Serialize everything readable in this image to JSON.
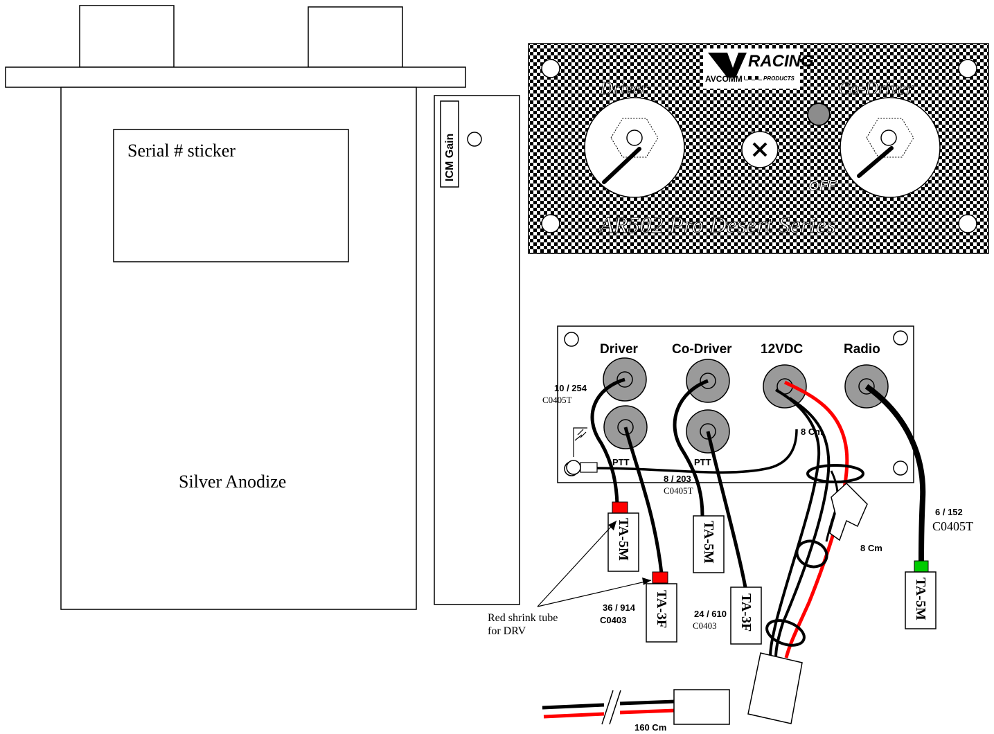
{
  "enclosure": {
    "sticker_label": "Serial # sticker",
    "finish_label": "Silver Anodize",
    "side_panel_label": "ICM Gain"
  },
  "faceplate": {
    "logo_main": "RACING",
    "logo_brand": "AVCOMM",
    "logo_sub": "PRODUCTS",
    "driver_label": "Driver",
    "codriver_label": "Co-Driver",
    "off_label": "OFF",
    "series_label": "AR502 Pro Desert Series",
    "colors": {
      "checker_dark": "#000000",
      "checker_light": "#ffffff",
      "led": "#8c8c8c"
    }
  },
  "rear_panel": {
    "jack_labels": [
      "Driver",
      "Co-Driver",
      "12VDC",
      "Radio"
    ],
    "ptt_label": "PTT"
  },
  "cables": {
    "driver_short_len": "10 / 254",
    "driver_short_part": "C0405T",
    "ptt_len": "8 / 203",
    "ptt_part": "C0405T",
    "short_8cm": "8 Cm",
    "radio_len": "6 / 152",
    "radio_part": "C0405T",
    "driver_long_len": "36 / 914",
    "driver_long_part": "C0403",
    "codriver_len": "24 / 610",
    "codriver_part": "C0403",
    "fuse_len": "8 Cm",
    "power_len": "160 Cm",
    "colors": {
      "red_wire": "#ff0000",
      "black_wire": "#000000",
      "red_tube": "#ff0000",
      "green_tube": "#00cc00"
    }
  },
  "connectors": {
    "ta5m_driver": "TA-5M",
    "ta3f_driver": "TA-3F",
    "ta5m_codriver": "TA-5M",
    "ta3f_codriver": "TA-3F",
    "ta5m_radio": "TA-5M"
  },
  "notes": {
    "red_tube_line1": "Red shrink tube",
    "red_tube_line2": "for DRV"
  }
}
